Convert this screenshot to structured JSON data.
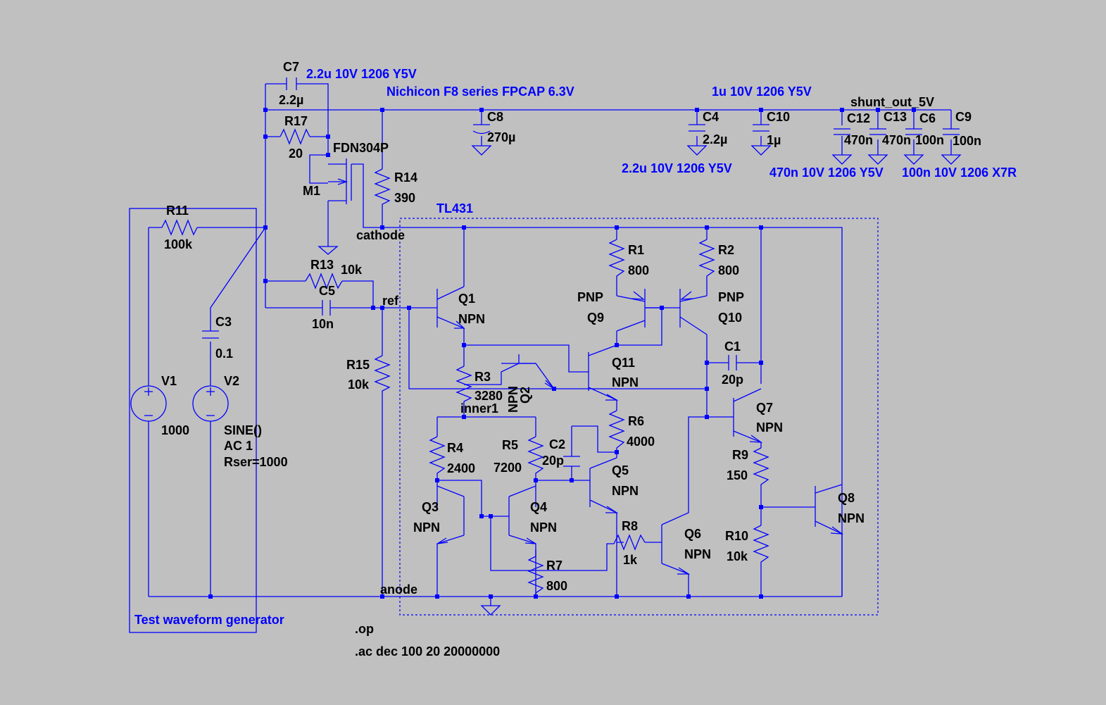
{
  "colors": {
    "background": "#c0c0c0",
    "wire": "#0000ff",
    "label": "#000000",
    "comment": "#0000ff"
  },
  "comments": {
    "c7_spec": "2.2u 10V 1206 Y5V",
    "c8_spec": "Nichicon F8 series FPCAP 6.3V",
    "c4_spec_top": "1u 10V 1206 Y5V",
    "c4_spec_bottom": "2.2u 10V 1206 Y5V",
    "c12_spec": "470n 10V 1206 Y5V",
    "c6_spec": "100n 10V 1206 X7R",
    "tl431_title": "TL431",
    "generator_title": "Test waveform generator"
  },
  "directives": {
    "op": ".op",
    "ac": ".ac dec 100 20 20000000"
  },
  "nets": {
    "shunt_out": "shunt_out_5V",
    "cathode": "cathode",
    "ref": "ref",
    "anode": "anode",
    "inner1": "inner1"
  },
  "components": {
    "C7": {
      "name": "C7",
      "value": "2.2µ"
    },
    "R17": {
      "name": "R17",
      "value": "20"
    },
    "M1": {
      "name": "M1",
      "value": "FDN304P"
    },
    "R14": {
      "name": "R14",
      "value": "390"
    },
    "C8": {
      "name": "C8",
      "value": "270µ"
    },
    "C4": {
      "name": "C4",
      "value": "2.2µ"
    },
    "C10": {
      "name": "C10",
      "value": "1µ"
    },
    "C12": {
      "name": "C12",
      "value": "470n"
    },
    "C13": {
      "name": "C13",
      "value": "470n"
    },
    "C6": {
      "name": "C6",
      "value": "100n"
    },
    "C9": {
      "name": "C9",
      "value": "100n"
    },
    "R11": {
      "name": "R11",
      "value": "100k"
    },
    "R13": {
      "name": "R13",
      "value": "10k"
    },
    "C5": {
      "name": "C5",
      "value": "10n"
    },
    "C3": {
      "name": "C3",
      "value": "0.1"
    },
    "V1": {
      "name": "V1",
      "value": "1000"
    },
    "V2": {
      "name": "V2",
      "value": "SINE()",
      "line2": "AC 1",
      "line3": "Rser=1000"
    },
    "R15": {
      "name": "R15",
      "value": "10k"
    },
    "Q1": {
      "name": "Q1",
      "value": "NPN"
    },
    "R1": {
      "name": "R1",
      "value": "800"
    },
    "R2": {
      "name": "R2",
      "value": "800"
    },
    "Q9": {
      "name": "Q9",
      "value": "PNP"
    },
    "Q10": {
      "name": "Q10",
      "value": "PNP"
    },
    "R3": {
      "name": "R3",
      "value": "3280"
    },
    "Q2": {
      "name": "Q2",
      "value": "NPN"
    },
    "Q11": {
      "name": "Q11",
      "value": "NPN"
    },
    "C1": {
      "name": "C1",
      "value": "20p"
    },
    "R6": {
      "name": "R6",
      "value": "4000"
    },
    "Q7": {
      "name": "Q7",
      "value": "NPN"
    },
    "R4": {
      "name": "R4",
      "value": "2400"
    },
    "R5": {
      "name": "R5",
      "value": "7200"
    },
    "C2": {
      "name": "C2",
      "value": "20p"
    },
    "Q5": {
      "name": "Q5",
      "value": "NPN"
    },
    "R9": {
      "name": "R9",
      "value": "150"
    },
    "Q3": {
      "name": "Q3",
      "value": "NPN"
    },
    "Q4": {
      "name": "Q4",
      "value": "NPN"
    },
    "R8": {
      "name": "R8",
      "value": "1k"
    },
    "Q6": {
      "name": "Q6",
      "value": "NPN"
    },
    "Q8": {
      "name": "Q8",
      "value": "NPN"
    },
    "R10": {
      "name": "R10",
      "value": "10k"
    },
    "R7": {
      "name": "R7",
      "value": "800"
    }
  }
}
